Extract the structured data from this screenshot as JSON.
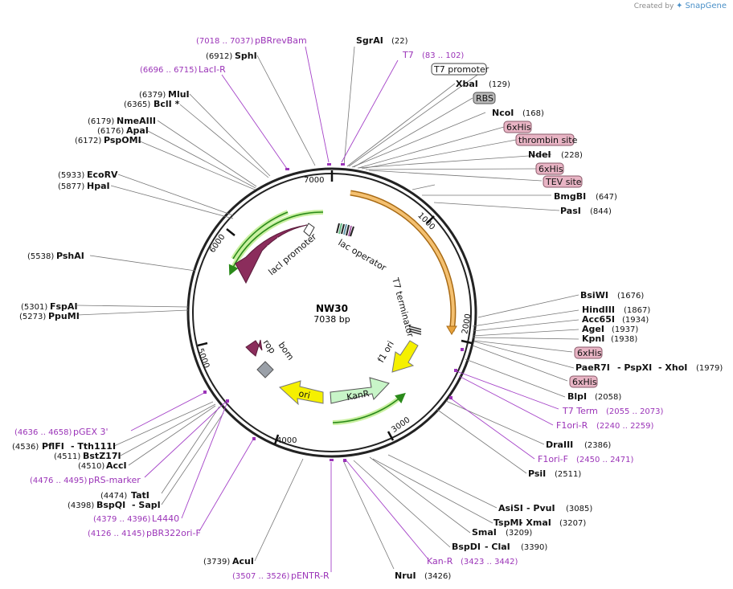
{
  "credit": {
    "prefix": "Created by",
    "brand": "SnapGene"
  },
  "plasmid": {
    "name": "NW30",
    "size": "7038 bp"
  },
  "ticks": [
    "7000",
    "1000",
    "2000",
    "3000",
    "4000",
    "5000",
    "6000"
  ],
  "features": {
    "lac_operator": "lac operator",
    "lacI": "lacI",
    "lacI_promoter": "lacI promoter",
    "t7_terminator": "T7 terminator",
    "f1_ori": "f1 ori",
    "kanR": "KanR",
    "ori": "ori",
    "rop": "rop",
    "bom": "bom"
  },
  "boxed_labels": {
    "t7_promoter": "T7 promoter",
    "rbs": "RBS",
    "his1": "6xHis",
    "thrombin": "thrombin site",
    "his2": "6xHis",
    "tev": "TEV site",
    "his3": "6xHis",
    "his4": "6xHis"
  },
  "enzymes": {
    "sgrai": {
      "name": "SgrAI",
      "pos": "(22)"
    },
    "xbai": {
      "name": "XbaI",
      "pos": "(129)"
    },
    "ncoi": {
      "name": "NcoI",
      "pos": "(168)"
    },
    "ndei": {
      "name": "NdeI",
      "pos": "(228)"
    },
    "bmgbi": {
      "name": "BmgBI",
      "pos": "(647)"
    },
    "pasi": {
      "name": "PasI",
      "pos": "(844)"
    },
    "bsiwi": {
      "name": "BsiWI",
      "pos": "(1676)"
    },
    "hindiii": {
      "name": "HindIII",
      "pos": "(1867)"
    },
    "acc65i": {
      "name": "Acc65I",
      "pos": "(1934)"
    },
    "agei": {
      "name": "AgeI",
      "pos": "(1937)"
    },
    "kpni": {
      "name": "KpnI",
      "pos": "(1938)"
    },
    "pae": {
      "name": "PaeR7I",
      "sep1": "- PspXI",
      "sep2": "- XhoI",
      "pos": "(1979)"
    },
    "blpi": {
      "name": "BlpI",
      "pos": "(2058)"
    },
    "draiii": {
      "name": "DraIII",
      "pos": "(2386)"
    },
    "psii": {
      "name": "PsiI",
      "pos": "(2511)"
    },
    "asisi": {
      "name": "AsiSI",
      "sep": "- PvuI",
      "pos": "(3085)"
    },
    "tspmi": {
      "name": "TspMI",
      "sep": "- XmaI",
      "pos": "(3207)"
    },
    "smai": {
      "name": "SmaI",
      "pos": "(3209)"
    },
    "bspdi": {
      "name": "BspDI",
      "sep": "- ClaI",
      "pos": "(3390)"
    },
    "nrui": {
      "name": "NruI",
      "pos": "(3426)"
    },
    "acui": {
      "name": "AcuI",
      "pos": "(3739)"
    },
    "bspqi": {
      "name": "BspQI",
      "sep": "- SapI",
      "pos": "(4398)"
    },
    "tati": {
      "name": "TatI",
      "pos": "(4474)"
    },
    "acci": {
      "name": "AccI",
      "pos": "(4510)"
    },
    "bstz17i": {
      "name": "BstZ17I",
      "pos": "(4511)"
    },
    "pflfi": {
      "name": "PflFI",
      "sep": "- Tth111I",
      "pos": "(4536)"
    },
    "fspai": {
      "name": "FspAI",
      "pos": "(5301)"
    },
    "ppumi": {
      "name": "PpuMI",
      "pos": "(5273)"
    },
    "pshai": {
      "name": "PshAI",
      "pos": "(5538)"
    },
    "ecorv": {
      "name": "EcoRV",
      "pos": "(5933)"
    },
    "hpai": {
      "name": "HpaI",
      "pos": "(5877)"
    },
    "nmeaiii": {
      "name": "NmeAIII",
      "pos": "(6179)"
    },
    "apai": {
      "name": "ApaI",
      "pos": "(6176)"
    },
    "pspomi": {
      "name": "PspOMI",
      "pos": "(6172)"
    },
    "mlui": {
      "name": "MluI",
      "pos": "(6379)"
    },
    "bcli": {
      "name": "BclI *",
      "pos": "(6365)"
    },
    "sphi": {
      "name": "SphI",
      "pos": "(6912)"
    }
  },
  "primers": {
    "pbrrevbam": {
      "name": "pBRrevBam",
      "pos": "(7018 .. 7037)"
    },
    "t7": {
      "name": "T7",
      "pos": "(83 .. 102)"
    },
    "laci_r": {
      "name": "LacI-R",
      "pos": "(6696 .. 6715)"
    },
    "t7_term": {
      "name": "T7 Term",
      "pos": "(2055 .. 2073)"
    },
    "f1ori_r": {
      "name": "F1ori-R",
      "pos": "(2240 .. 2259)"
    },
    "f1ori_f": {
      "name": "F1ori-F",
      "pos": "(2450 .. 2471)"
    },
    "kan_r": {
      "name": "Kan-R",
      "pos": "(3423 .. 3442)"
    },
    "pentr_r": {
      "name": "pENTR-R",
      "pos": "(3507 .. 3526)"
    },
    "pgex3": {
      "name": "pGEX 3'",
      "pos": "(4636 .. 4658)"
    },
    "prs_marker": {
      "name": "pRS-marker",
      "pos": "(4476 .. 4495)"
    },
    "l4440": {
      "name": "L4440",
      "pos": "(4379 .. 4396)"
    },
    "pbr322ori_f": {
      "name": "pBR322ori-F",
      "pos": "(4126 .. 4145)"
    }
  },
  "colors": {
    "lacI": "#8b2d5c",
    "orange": "#e8a33c",
    "yellow": "#f5f000",
    "kanR": "#c8f5c8",
    "green_arrow": "#2a8a1a",
    "primer": "#9b34b8",
    "box_pink": "#e8b4c4",
    "box_gray": "#b8b8b8"
  }
}
